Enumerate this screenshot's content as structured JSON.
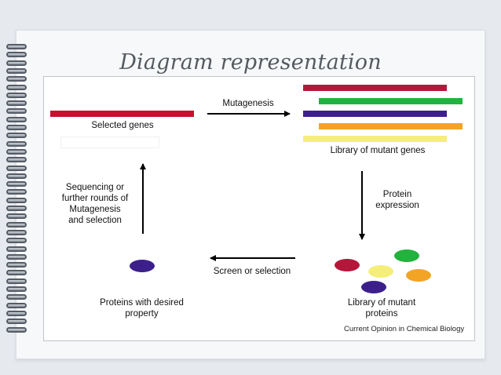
{
  "slide": {
    "title": "Diagram representation"
  },
  "diagram": {
    "labels": {
      "selected_genes": "Selected genes",
      "mutagenesis": "Mutagenesis",
      "library_genes": "Library of mutant genes",
      "protein_expression_1": "Protein",
      "protein_expression_2": "expression",
      "library_proteins_1": "Library of mutant",
      "library_proteins_2": "proteins",
      "screen": "Screen or selection",
      "desired_1": "Proteins with desired",
      "desired_2": "property",
      "sequencing_1": "Sequencing or",
      "sequencing_2": "further rounds of",
      "sequencing_3": "Mutagenesis",
      "sequencing_4": "and selection",
      "credit": "Current Opinion in Chemical Biology"
    },
    "colors": {
      "red": "#c8102e",
      "crimson": "#b5173b",
      "green": "#23b23c",
      "purple": "#3d1f8c",
      "orange": "#f2a425",
      "yellow": "#f5ee79",
      "arrow": "#000000"
    },
    "mutant_gene_bars": [
      "crimson",
      "green",
      "purple",
      "orange",
      "yellow"
    ],
    "protein_blobs": [
      "crimson",
      "green",
      "yellow",
      "orange",
      "purple"
    ]
  }
}
